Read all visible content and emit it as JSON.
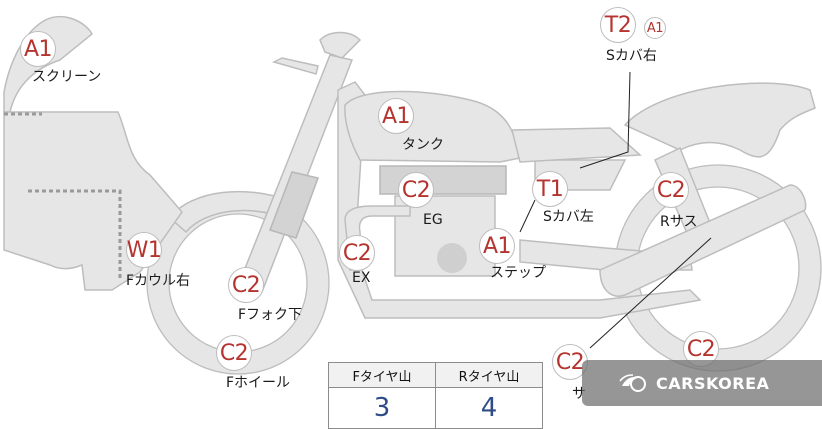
{
  "parts": [
    {
      "id": "windscreen",
      "grade": "A1",
      "label": "スクリーン"
    },
    {
      "id": "tank",
      "grade": "A1",
      "label": "タンク"
    },
    {
      "id": "side-cover-right",
      "grade": "T2",
      "extra_grade": "A1",
      "label": "Sカバ右"
    },
    {
      "id": "engine",
      "grade": "C2",
      "label": "EG"
    },
    {
      "id": "side-cover-left",
      "grade": "T1",
      "label": "Sカバ左"
    },
    {
      "id": "rear-suspension",
      "grade": "C2",
      "label": "Rサス"
    },
    {
      "id": "front-cowl-right",
      "grade": "W1",
      "label": "Fカウル右"
    },
    {
      "id": "exhaust",
      "grade": "C2",
      "label": "EX"
    },
    {
      "id": "step",
      "grade": "A1",
      "label": "ステップ"
    },
    {
      "id": "front-fork-lower",
      "grade": "C2",
      "label": "Fフォク下"
    },
    {
      "id": "front-wheel",
      "grade": "C2",
      "label": "Fホイール"
    },
    {
      "id": "muffler",
      "grade": "C2",
      "label": "サ"
    },
    {
      "id": "rear-wheel",
      "grade": "C2",
      "label": ""
    }
  ],
  "tire_tread": {
    "front_header": "Fタイヤ山",
    "rear_header": "Rタイヤ山",
    "front_value": "3",
    "rear_value": "4"
  },
  "watermark": {
    "text": "CARSKOREA"
  },
  "colors": {
    "grade": "#b5342f",
    "tread_value": "#2f4c87",
    "body": "#e6e6e6"
  }
}
